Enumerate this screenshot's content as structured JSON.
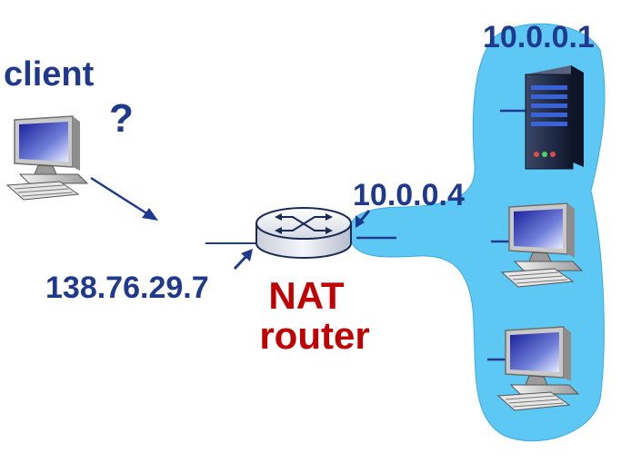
{
  "labels": {
    "client": "client",
    "question": "?",
    "server_ip": "10.0.0.1",
    "router_inside_ip": "10.0.0.4",
    "router_outside_ip": "138.76.29.7",
    "router_name_line1": "NAT",
    "router_name_line2": "router"
  },
  "colors": {
    "network_blob": "#5ec8f5",
    "label_blue": "#1f3a8c",
    "router_red": "#c00000",
    "router_body": "#dfe3ea",
    "router_edge": "#1a2a55",
    "server_body": "#1e2a44",
    "server_stripe": "#3b63d9"
  },
  "icons": [
    "client-computer-icon",
    "router-icon",
    "server-icon",
    "host-computer-icon"
  ]
}
